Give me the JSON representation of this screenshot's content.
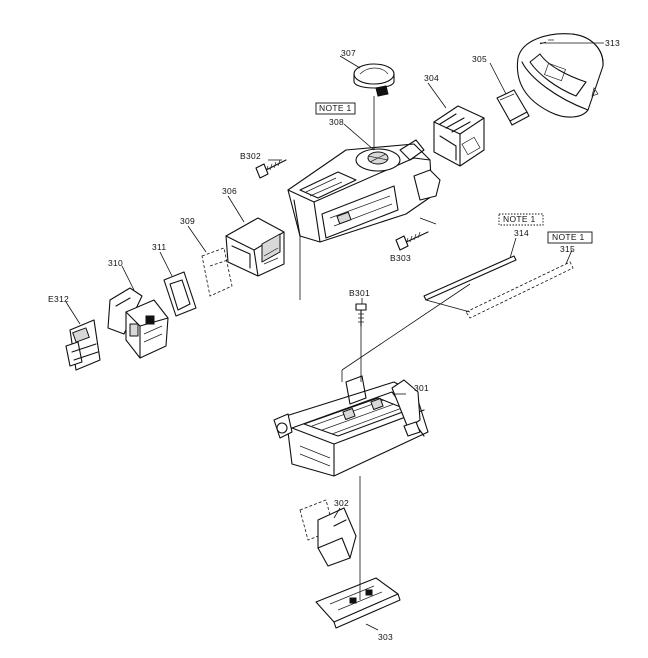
{
  "parts": [
    {
      "id": "p301",
      "label": "301"
    },
    {
      "id": "p302",
      "label": "302"
    },
    {
      "id": "p303",
      "label": "303"
    },
    {
      "id": "p304",
      "label": "304"
    },
    {
      "id": "p305",
      "label": "305"
    },
    {
      "id": "p306",
      "label": "306"
    },
    {
      "id": "p307",
      "label": "307"
    },
    {
      "id": "p308",
      "label": "308"
    },
    {
      "id": "p309",
      "label": "309"
    },
    {
      "id": "p310",
      "label": "310"
    },
    {
      "id": "p311",
      "label": "311"
    },
    {
      "id": "p313",
      "label": "313"
    },
    {
      "id": "p314",
      "label": "314"
    },
    {
      "id": "p315",
      "label": "315"
    },
    {
      "id": "pB301",
      "label": "B301"
    },
    {
      "id": "pB302",
      "label": "B302"
    },
    {
      "id": "pB303",
      "label": "B303"
    },
    {
      "id": "pE312",
      "label": "E312"
    }
  ],
  "notes": {
    "note_306": "NOTE 1",
    "note_314": "NOTE 1",
    "note_315": "NOTE 1"
  }
}
